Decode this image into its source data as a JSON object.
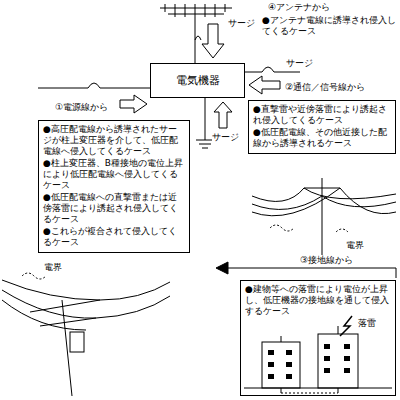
{
  "diagram": {
    "nodes": [
      {
        "text": [
          "電気機器"
        ]
      },
      {
        "text": [
          "●高圧配電線から誘導されたサージが柱上変圧器を介して、低圧配電線へ侵入してくるケース",
          "●柱上変圧器、B種接地の電位上昇により低圧配電線へ侵入してくるケース",
          "●低圧配電線への直撃雷または近傍落雷により誘起され侵入してくるケース",
          "●これらが複合されて侵入してくるケース"
        ]
      },
      {
        "text": [
          "●直撃雷や近傍落雷により誘起され侵入してくるケース",
          "●低圧配電線、その他近接した配線から誘導されるケース"
        ]
      },
      {
        "text": [
          "●建物等への落雷により電位が上昇し、低圧機器の接地線を通して侵入するケース"
        ]
      }
    ],
    "labels": [
      "サージ",
      "④アンテナから",
      "●アンテナ電線に誘導され侵入してくるケース",
      "サージ",
      "②通信／信号線から",
      "①電源線から",
      "サージ",
      "電界",
      "電界",
      "③接地線から",
      "落雷"
    ]
  }
}
